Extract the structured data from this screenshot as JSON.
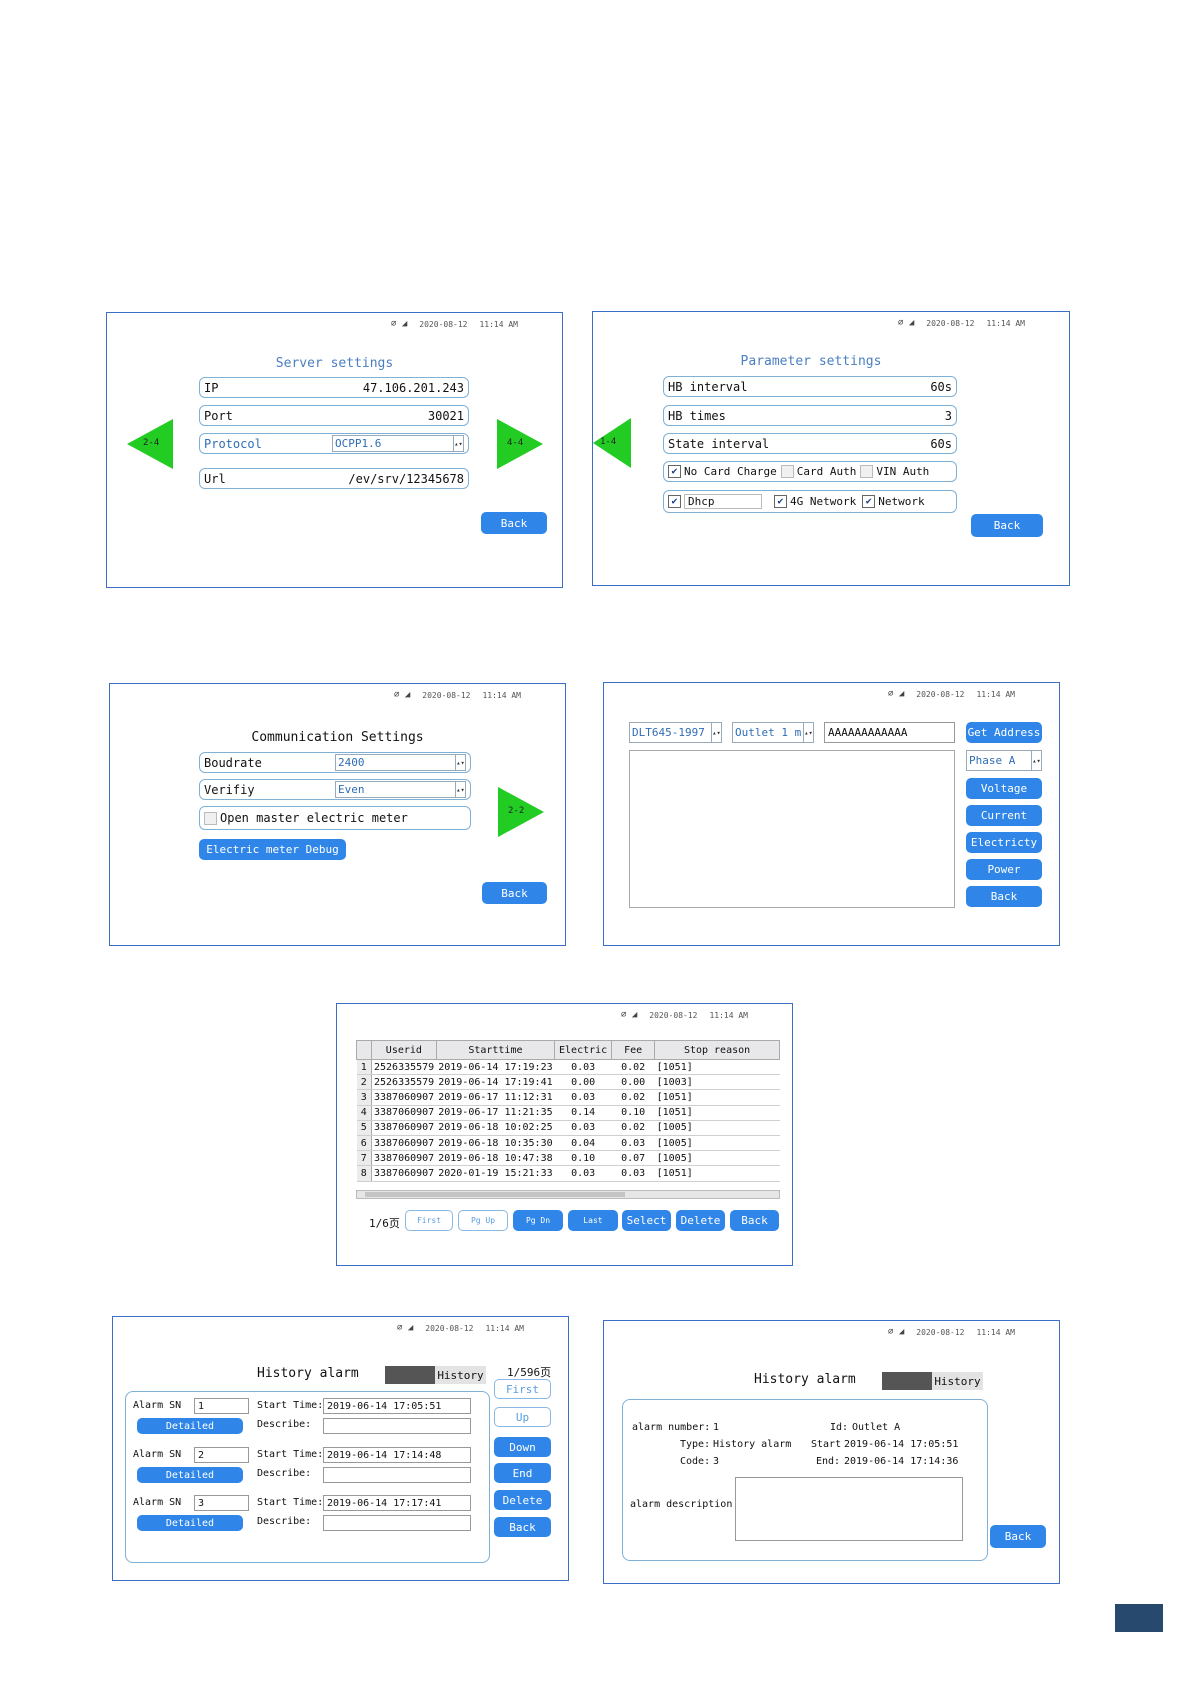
{
  "status": {
    "date": "2020-08-12",
    "time": "11:14 AM"
  },
  "server": {
    "title": "Server settings",
    "ip_label": "IP",
    "ip_value": "47.106.201.243",
    "port_label": "Port",
    "port_value": "30021",
    "protocol_label": "Protocol",
    "protocol_value": "OCPP1.6",
    "url_label": "Url",
    "url_value": "/ev/srv/12345678",
    "prev_label": "2-4",
    "next_label": "4-4",
    "back": "Back"
  },
  "param": {
    "title": "Parameter settings",
    "hb_interval_label": "HB interval",
    "hb_interval_value": "60s",
    "hb_times_label": "HB times",
    "hb_times_value": "3",
    "state_interval_label": "State interval",
    "state_interval_value": "60s",
    "no_card": "No Card Charge",
    "card_auth": "Card Auth",
    "vin_auth": "VIN Auth",
    "dhcp": "Dhcp",
    "g4": "4G Network",
    "network": "Network",
    "prev_label": "1-4",
    "back": "Back"
  },
  "comm": {
    "title": "Communication Settings",
    "baud_label": "Boudrate",
    "baud_value": "2400",
    "verify_label": "Verifiy",
    "verify_value": "Even",
    "open_meter": "Open master electric meter",
    "debug": "Electric meter Debug",
    "next_label": "2-2",
    "back": "Back"
  },
  "meter": {
    "protocol": "DLT645-1997",
    "outlet": "Outlet 1 m",
    "address": "AAAAAAAAAAAA",
    "get_address": "Get Address",
    "phase": "Phase A",
    "voltage": "Voltage",
    "current": "Current",
    "electricity": "Electricty",
    "power": "Power",
    "back": "Back"
  },
  "records": {
    "headers": [
      "Userid",
      "Starttime",
      "Electric",
      "Fee",
      "Stop reason"
    ],
    "rows": [
      [
        "1",
        "2526335579",
        "2019-06-14 17:19:23",
        "0.03",
        "0.02",
        "[1051]"
      ],
      [
        "2",
        "2526335579",
        "2019-06-14 17:19:41",
        "0.00",
        "0.00",
        "[1003]"
      ],
      [
        "3",
        "3387060907",
        "2019-06-17 11:12:31",
        "0.03",
        "0.02",
        "[1051]"
      ],
      [
        "4",
        "3387060907",
        "2019-06-17 11:21:35",
        "0.14",
        "0.10",
        "[1051]"
      ],
      [
        "5",
        "3387060907",
        "2019-06-18 10:02:25",
        "0.03",
        "0.02",
        "[1005]"
      ],
      [
        "6",
        "3387060907",
        "2019-06-18 10:35:30",
        "0.04",
        "0.03",
        "[1005]"
      ],
      [
        "7",
        "3387060907",
        "2019-06-18 10:47:38",
        "0.10",
        "0.07",
        "[1005]"
      ],
      [
        "8",
        "3387060907",
        "2020-01-19 15:21:33",
        "0.03",
        "0.03",
        "[1051]"
      ]
    ],
    "page": "1/6页",
    "first": "First",
    "pg_up": "Pg Up",
    "pg_dn": "Pg Dn",
    "last": "Last",
    "select": "Select",
    "delete": "Delete",
    "back": "Back"
  },
  "alarm_list": {
    "title": "History alarm",
    "tab": "History",
    "page": "1/596页",
    "sn_label": "Alarm SN",
    "start_label": "Start Time:",
    "describe_label": "Describe:",
    "detailed": "Detailed",
    "items": [
      {
        "sn": "1",
        "start": "2019-06-14 17:05:51"
      },
      {
        "sn": "2",
        "start": "2019-06-14 17:14:48"
      },
      {
        "sn": "3",
        "start": "2019-06-14 17:17:41"
      }
    ],
    "first": "First",
    "up": "Up",
    "down": "Down",
    "end": "End",
    "delete": "Delete",
    "back": "Back"
  },
  "alarm_detail": {
    "title": "History alarm",
    "tab": "History",
    "number_label": "alarm number:",
    "number_value": "1",
    "id_label": "Id:",
    "id_value": "Outlet A",
    "type_label": "Type:",
    "type_value": "History alarm",
    "start_label": "Start",
    "start_value": "2019-06-14 17:05:51",
    "code_label": "Code:",
    "code_value": "3",
    "end_label": "End:",
    "end_value": "2019-06-14 17:14:36",
    "desc_label": "alarm description",
    "back": "Back"
  }
}
